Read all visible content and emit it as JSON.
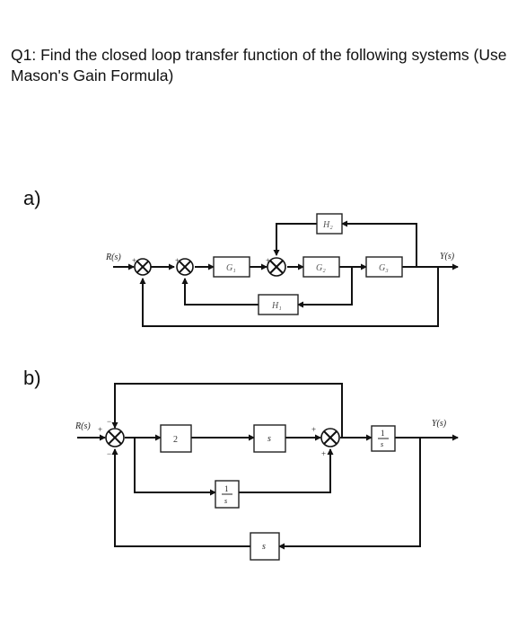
{
  "question": "Q1: Find the closed loop transfer function of the following systems (Use Mason's Gain Formula)",
  "parts": {
    "a": "a)",
    "b": "b)"
  },
  "diagram_a": {
    "input": "R(s)",
    "output": "Y(s)",
    "blocks": {
      "g1": "G₁",
      "g2": "G₂",
      "g3": "G₃",
      "h1": "H₁",
      "h2": "H₂"
    },
    "signs": {
      "s1": "+",
      "s2": "+",
      "s3": "+"
    }
  },
  "diagram_b": {
    "input": "R(s)",
    "output": "Y(s)",
    "blocks": {
      "two": "2",
      "s_forward": "s",
      "one_over_s_out": "1",
      "one_over_s_out_den": "s",
      "one_over_s_mid": "1",
      "one_over_s_mid_den": "s",
      "s_feedback": "s"
    },
    "signs": {
      "s1_plus": "+",
      "s1_minus_top": "−",
      "s1_minus_bottom": "−",
      "s2_plus_top": "+",
      "s2_plus_bottom": "+"
    }
  }
}
